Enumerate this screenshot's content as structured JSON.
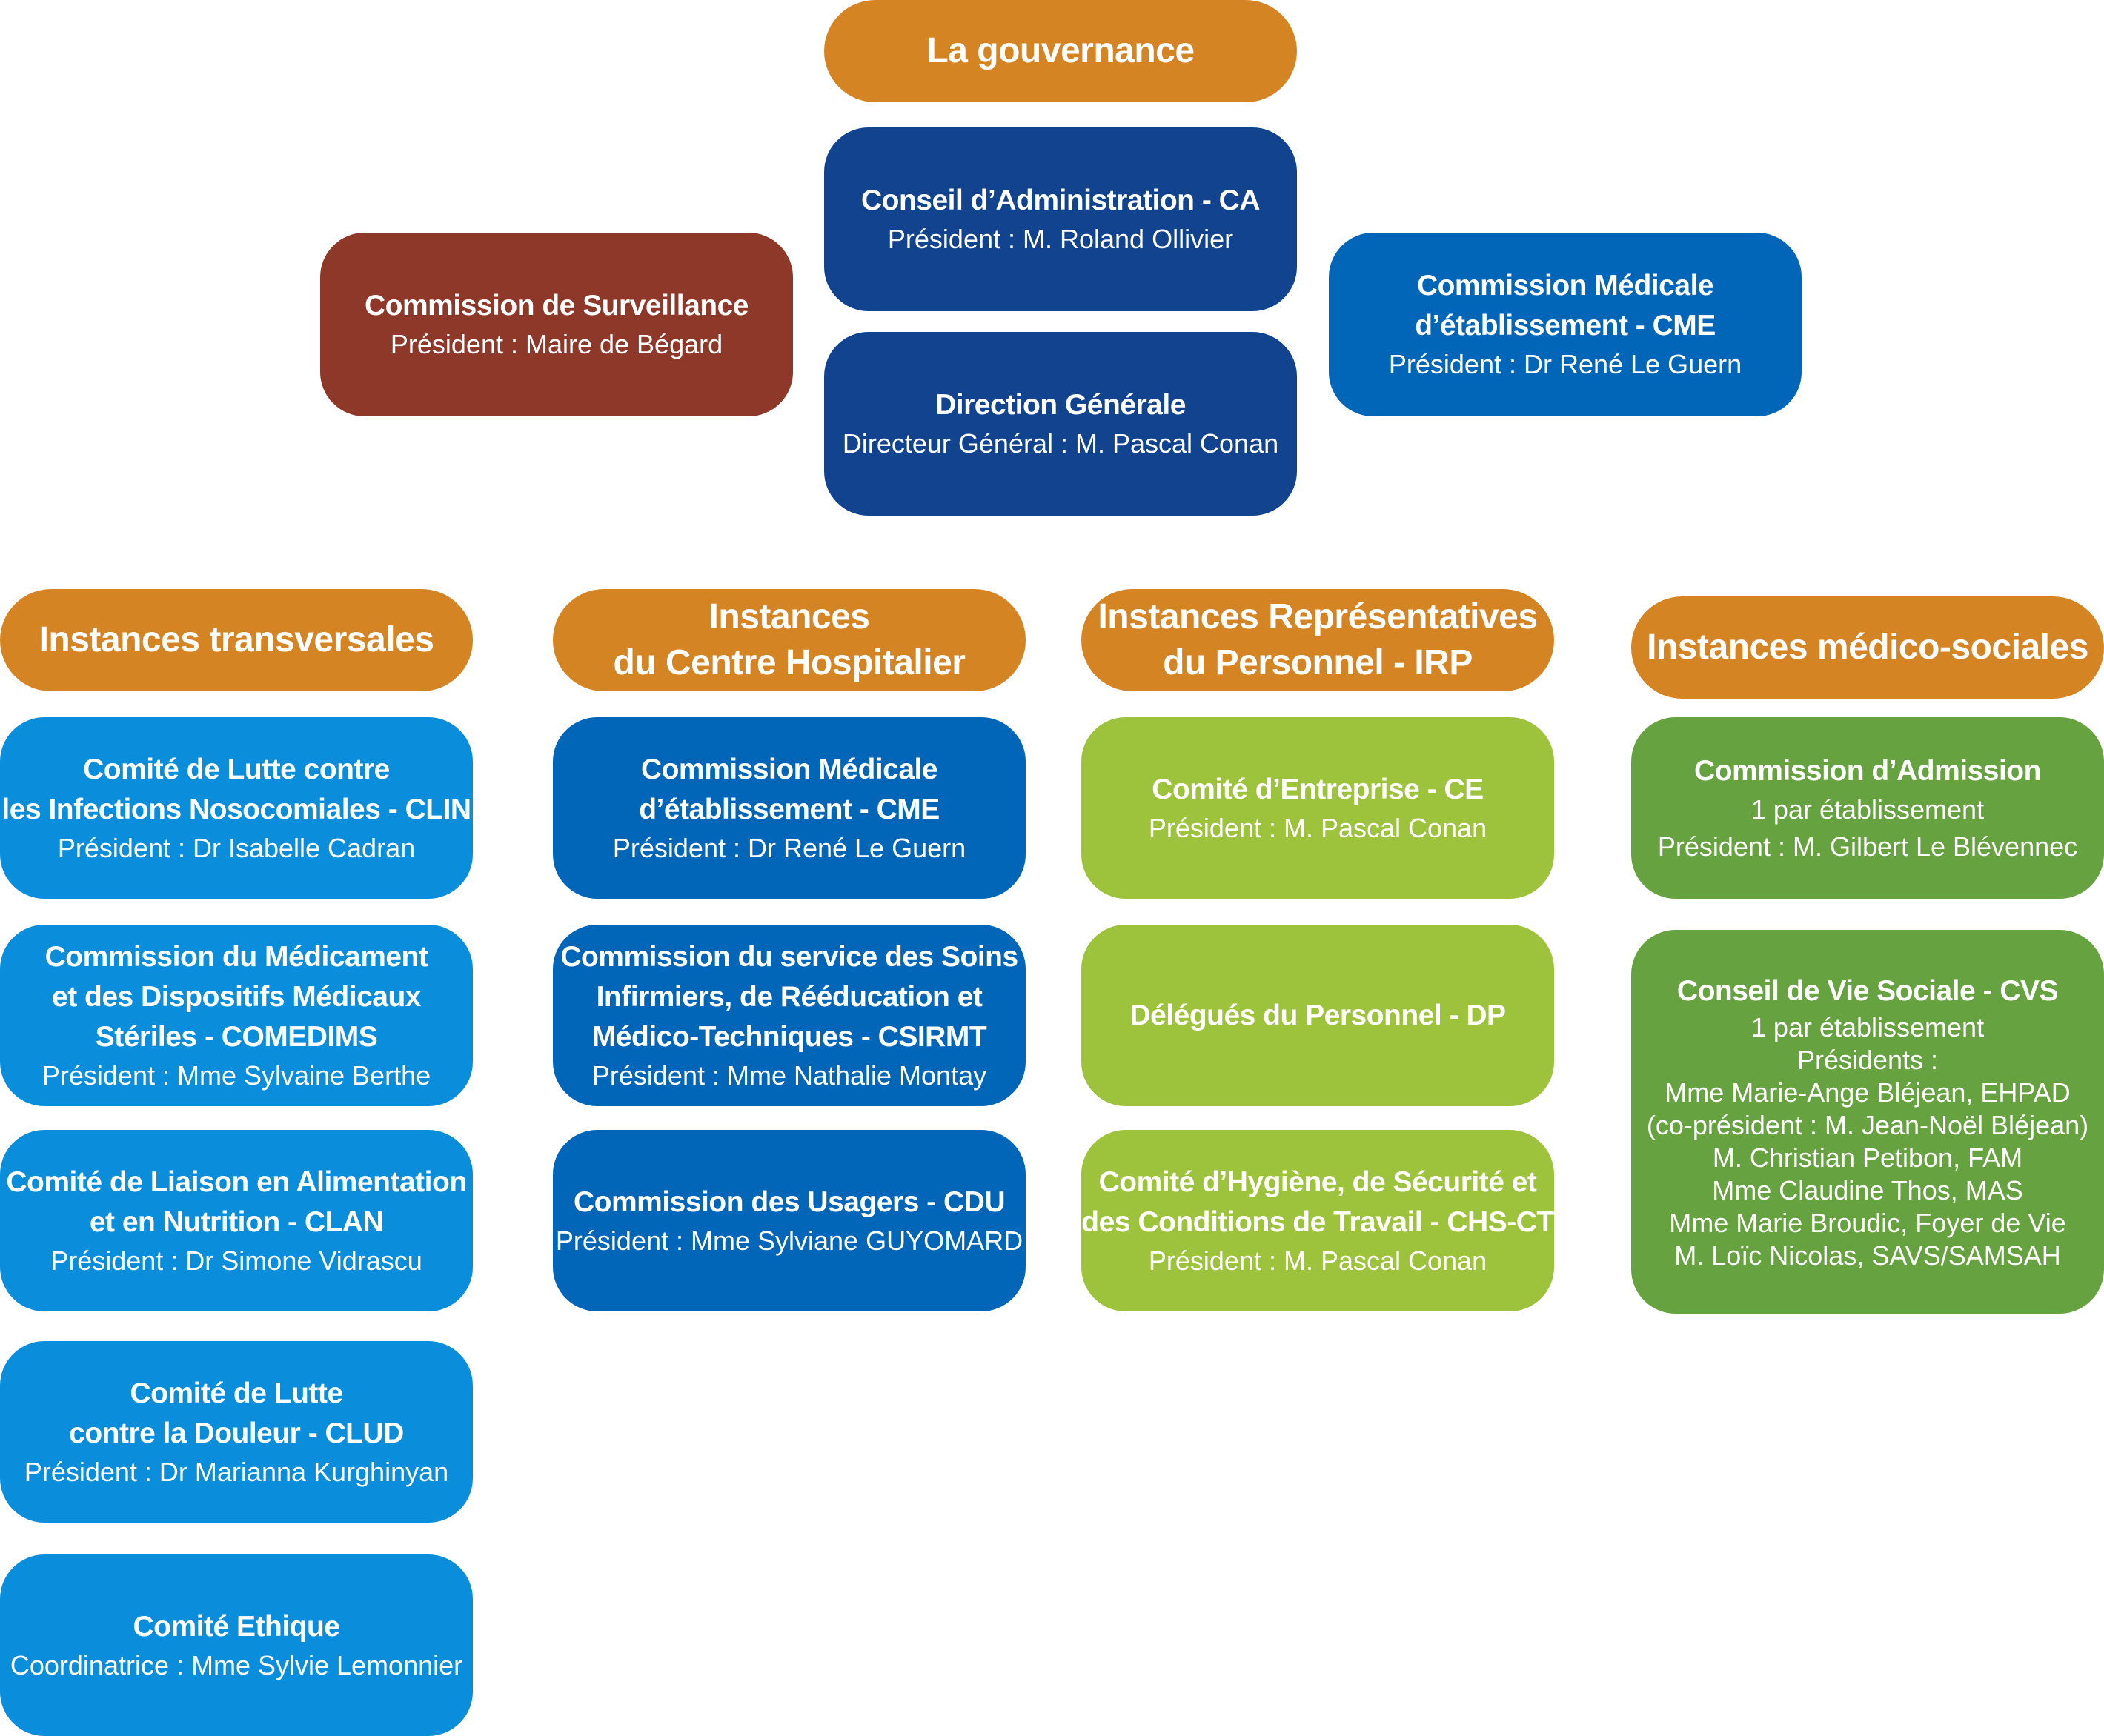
{
  "colors": {
    "orange": "#D58424",
    "navy": "#12438F",
    "brown": "#8E3829",
    "blue": "#0266B8",
    "lightblue": "#0A8EDB",
    "lime": "#9DC23B",
    "green": "#67A240"
  },
  "governance": {
    "header": "La gouvernance",
    "ca": {
      "title": [
        "Conseil d’Administration - CA"
      ],
      "sub": [
        "Président : M. Roland Ollivier"
      ]
    },
    "surveillance": {
      "title": [
        "Commission de Surveillance"
      ],
      "sub": [
        "Président : Maire de Bégard"
      ]
    },
    "dg": {
      "title": [
        "Direction Générale"
      ],
      "sub": [
        "Directeur Général : M. Pascal Conan"
      ]
    },
    "cme": {
      "title": [
        "Commission Médicale",
        "d’établissement  - CME"
      ],
      "sub": [
        "Président : Dr René Le Guern"
      ]
    }
  },
  "columns": {
    "transversales": {
      "header": [
        "Instances transversales"
      ],
      "boxes": [
        {
          "title": [
            "Comité de Lutte contre",
            "les Infections Nosocomiales - CLIN"
          ],
          "sub": [
            "Président : Dr Isabelle Cadran"
          ]
        },
        {
          "title": [
            "Commission du Médicament",
            "et des Dispositifs Médicaux",
            "Stériles - COMEDIMS"
          ],
          "sub": [
            "Président : Mme Sylvaine Berthe"
          ]
        },
        {
          "title": [
            "Comité de Liaison en Alimentation",
            "et en Nutrition - CLAN"
          ],
          "sub": [
            "Président : Dr Simone Vidrascu"
          ]
        },
        {
          "title": [
            "Comité de Lutte",
            "contre la Douleur - CLUD"
          ],
          "sub": [
            "Président : Dr Marianna Kurghinyan"
          ]
        },
        {
          "title": [
            "Comité Ethique"
          ],
          "sub": [
            "Coordinatrice : Mme Sylvie Lemonnier"
          ]
        }
      ]
    },
    "hospitalier": {
      "header": [
        "Instances",
        "du Centre Hospitalier"
      ],
      "boxes": [
        {
          "title": [
            "Commission Médicale",
            "d’établissement  - CME"
          ],
          "sub": [
            "Président : Dr René Le Guern"
          ]
        },
        {
          "title": [
            "Commission du service des Soins",
            "Infirmiers, de Rééducation et",
            "Médico-Techniques - CSIRMT"
          ],
          "sub": [
            "Président : Mme Nathalie Montay"
          ]
        },
        {
          "title": [
            "Commission des Usagers - CDU"
          ],
          "sub": [
            "Président : Mme Sylviane GUYOMARD"
          ]
        }
      ]
    },
    "irp": {
      "header": [
        "Instances Représentatives",
        "du Personnel - IRP"
      ],
      "boxes": [
        {
          "title": [
            "Comité d’Entreprise - CE"
          ],
          "sub": [
            "Président : M. Pascal Conan"
          ]
        },
        {
          "title": [
            "Délégués du Personnel - DP"
          ],
          "sub": []
        },
        {
          "title": [
            "Comité d’Hygiène, de Sécurité et",
            "des Conditions de Travail - CHS-CT"
          ],
          "sub": [
            "Président : M. Pascal Conan"
          ]
        }
      ]
    },
    "medico": {
      "header": [
        "Instances médico-sociales"
      ],
      "boxes": [
        {
          "title": [
            "Commission d’Admission"
          ],
          "sub": [
            "1 par établissement",
            "Président : M. Gilbert Le Blévennec"
          ]
        },
        {
          "title": [
            "Conseil de Vie Sociale - CVS"
          ],
          "sub": [
            "1 par établissement",
            "Présidents :",
            "Mme Marie-Ange Bléjean, EHPAD",
            "(co-président : M. Jean-Noël Bléjean)",
            "M. Christian Petibon, FAM",
            "Mme Claudine Thos, MAS",
            "Mme Marie Broudic, Foyer de Vie",
            "M. Loïc Nicolas, SAVS/SAMSAH"
          ]
        }
      ]
    }
  }
}
